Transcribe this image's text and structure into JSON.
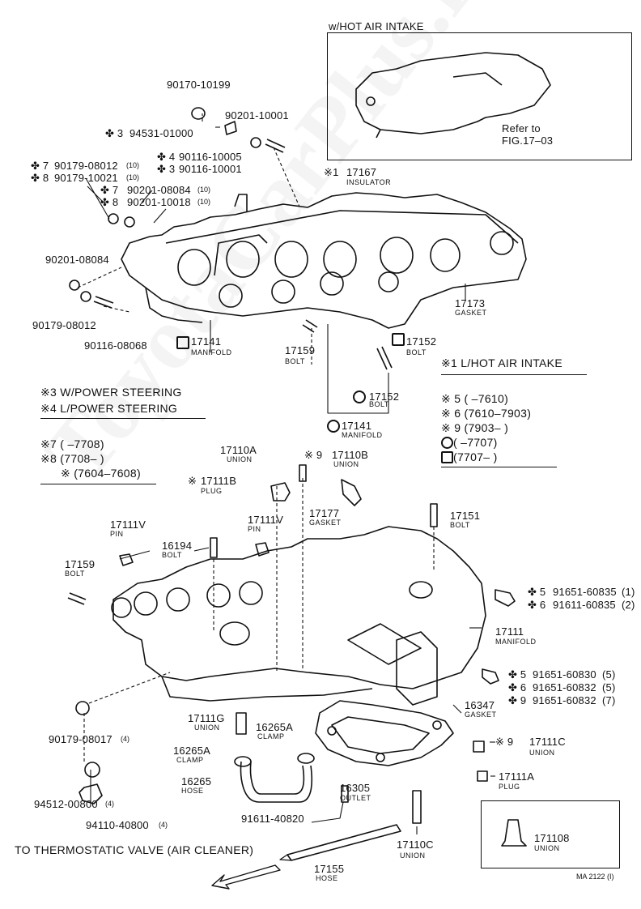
{
  "inset_top": {
    "title": "w/HOT AIR INTAKE",
    "refer_1": "Refer to",
    "refer_2": "FIG.17–03"
  },
  "inset_bottom": {
    "pn": "171108",
    "name": "UNION"
  },
  "parts": {
    "p90170": "90170-10199",
    "p90201_10001": "90201-10001",
    "p94531_mark": "✤ 3",
    "p94531": "94531-01000",
    "p90116_4_mark": "✤ 4",
    "p90116_10005": "90116-10005",
    "p90116_3_mark": "✤ 3",
    "p90116_10001": "90116-10001",
    "p90179_7_mark": "✤ 7",
    "p90179_08012_10": "90179-08012",
    "qty10": "(10)",
    "p90179_8_mark": "✤ 8",
    "p90179_10021": "90179-10021",
    "p90201_7_mark": "✤ 7",
    "p90201_08084_10": "90201-08084",
    "p90201_8_mark": "✤ 8",
    "p90201_10018": "90201-10018",
    "p17167_mark": "※1",
    "p17167": "17167",
    "insulator": "INSULATOR",
    "p90201_08084": "90201-08084",
    "p90179_08012": "90179-08012",
    "p90116_08068": "90116-08068",
    "p17173": "17173",
    "gasket": "GASKET",
    "p17141": "17141",
    "manifold": "MANIFOLD",
    "p17159": "17159",
    "bolt": "BOLT",
    "p17152": "17152",
    "p17110a": "17110A",
    "union": "UNION",
    "p17110b_mark": "※ 9",
    "p17110b": "17110B",
    "p17111b_mark": "※",
    "p17111b": "17111B",
    "plug": "PLUG",
    "p17111v": "17111V",
    "pin": "PIN",
    "p17177": "17177",
    "p17151": "17151",
    "p16194": "16194",
    "p91651_60835_mark": "✤ 5",
    "p91651_60835": "91651-60835",
    "q1": "(1)",
    "p91611_60835_mark": "✤ 6",
    "p91611_60835": "91611-60835",
    "q2": "(2)",
    "p17111": "17111",
    "p91651_60830_mark": "✤ 5",
    "p91651_60830": "91651-60830",
    "q5": "(5)",
    "p91651_60832_6_mark": "✤ 6",
    "p91651_60832_6": "91651-60832",
    "p91651_60832_9_mark": "✤ 9",
    "p91651_60832_9": "91651-60832",
    "q7": "(7)",
    "p16347": "16347",
    "p17111g": "17111G",
    "p16265a": "16265A",
    "clamp": "CLAMP",
    "p16265": "16265",
    "hose": "HOSE",
    "p90179_08017": "90179-08017",
    "q4": "(4)",
    "p94512": "94512-00800",
    "p94110": "94110-40800",
    "p16305": "16305",
    "outlet": "OUTLET",
    "p91611_40820": "91611-40820",
    "p17111c_mark": "※ 9",
    "p17111c": "17111C",
    "p17111a": "17111A",
    "p17110c": "17110C",
    "p17155": "17155"
  },
  "legend_left": {
    "l3": "※3  W/POWER STEERING",
    "l4": "※4  L/POWER STEERING",
    "l7": "※7  (        –7708)",
    "l8": "※8  (7708–        )",
    "l9": "※ (7604–7608)"
  },
  "legend_right": {
    "l1": "※1  L/HOT AIR INTAKE",
    "l5": "※ 5  (        –7610)",
    "l6": "※ 6  (7610–7903)",
    "l9": "※ 9  (7903–        )",
    "lc": "(        –7707)",
    "ls": "(7707–        )"
  },
  "footer": {
    "thermo": "TO THERMOSTATIC VALVE (AIR CLEANER)",
    "code": "MA 2122 (I)"
  },
  "watermark": "ToyotaCarPlus.ru"
}
